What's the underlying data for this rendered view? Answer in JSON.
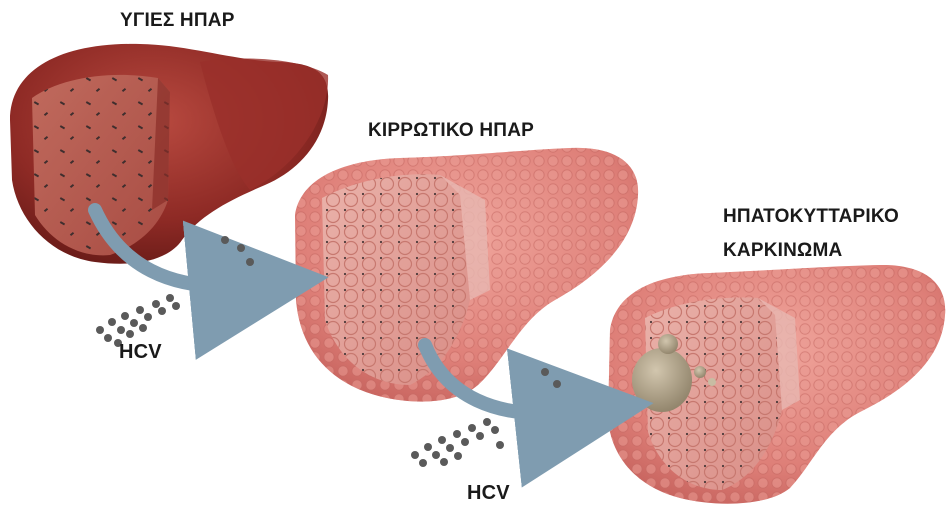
{
  "labels": {
    "healthy_liver": "ΥΓΙΕΣ ΗΠΑΡ",
    "cirrhotic_liver": "ΚΙΡΡΩΤΙΚΟ ΗΠΑΡ",
    "hcc_line1": "ΗΠΑΤΟΚΥΤΤΑΡΙΚΟ",
    "hcc_line2": "ΚΑΡΚΙΝΩΜΑ",
    "virus_1": "HCV",
    "virus_2": "HCV"
  },
  "colors": {
    "healthy_dark": "#7a1f1c",
    "healthy_mid": "#a23a34",
    "healthy_section": "#b4574c",
    "cirrhotic_outer": "#d9756f",
    "cirrhotic_section": "#e0968f",
    "tumor": "#b3a48a",
    "arrow": "#7f9cb0",
    "virus": "#5a5a5a",
    "text": "#1a1a1a"
  }
}
